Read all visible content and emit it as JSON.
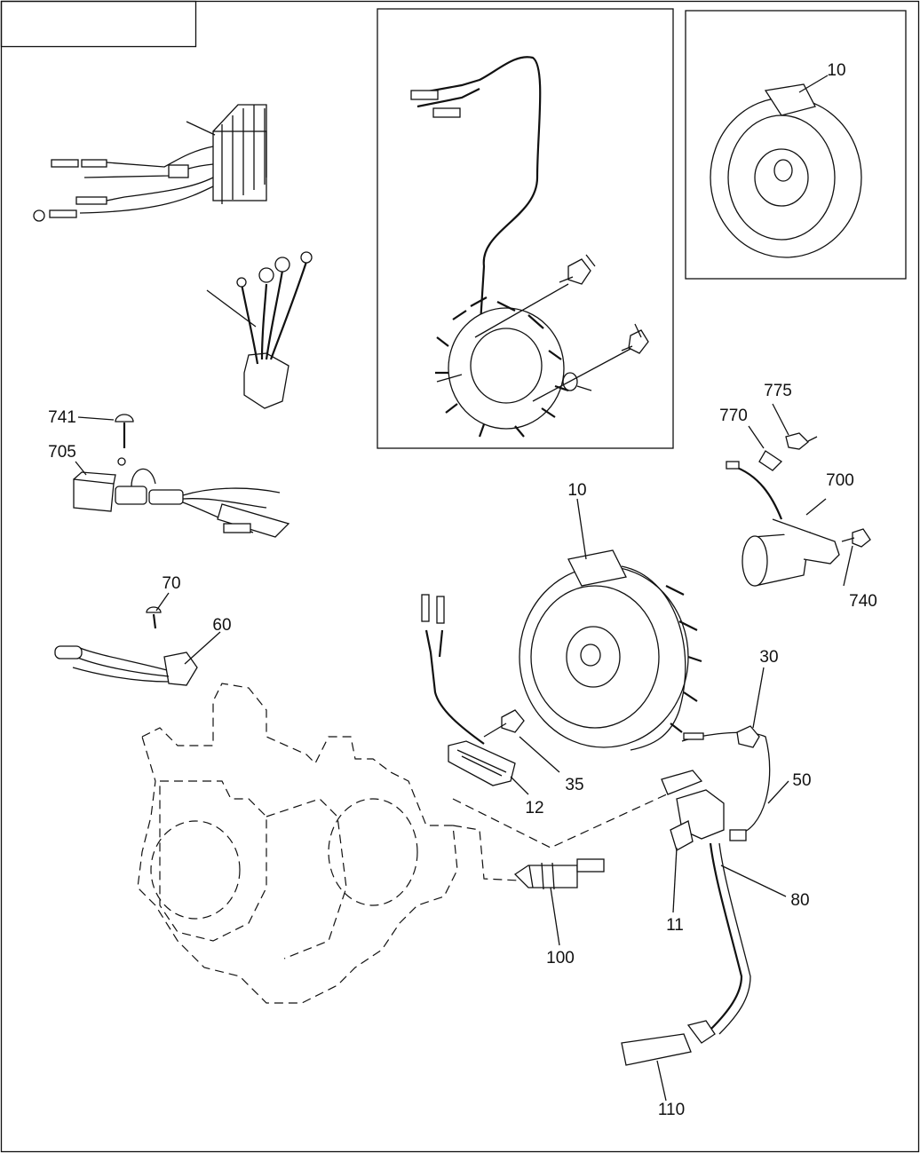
{
  "diagram": {
    "callouts": {
      "c10_inset": "10",
      "c741": "741",
      "c705": "705",
      "c775": "775",
      "c770": "770",
      "c700": "700",
      "c740": "740",
      "c10_main": "10",
      "c70": "70",
      "c60": "60",
      "c30": "30",
      "c50": "50",
      "c35": "35",
      "c12": "12",
      "c80": "80",
      "c11": "11",
      "c100": "100",
      "c110": "110"
    }
  }
}
